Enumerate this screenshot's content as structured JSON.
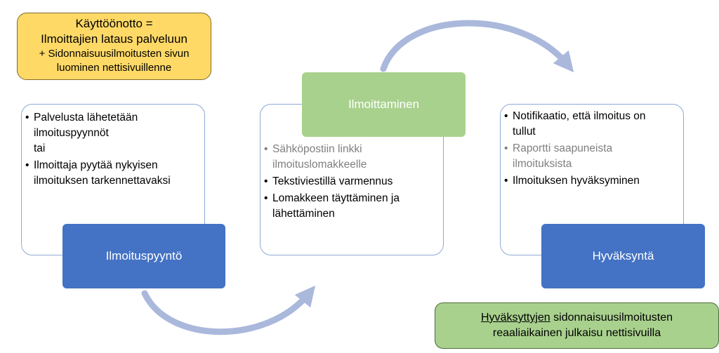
{
  "deployment_note": {
    "line1": "Käyttöönotto =",
    "line2": "Ilmoittajien lataus palveluun",
    "line3": "+ Sidonnaisuusilmoitusten sivun",
    "line4": "luominen nettisivuillenne"
  },
  "steps": [
    {
      "label": "Ilmoituspyyntö",
      "color": "#4472c4",
      "bullets": [
        {
          "line1": "Palvelusta lähetetään",
          "line2": "ilmoituspyynnöt",
          "line3": "tai",
          "style": "normal"
        },
        {
          "line1": "Ilmoittaja pyytää nykyisen",
          "line2": "ilmoituksen tarkennettavaksi",
          "style": "normal"
        }
      ]
    },
    {
      "label": "Ilmoittaminen",
      "color": "#a9d18e",
      "bullets": [
        {
          "line1": "Sähköpostiin linkki",
          "line2": "ilmoituslomakkeelle",
          "style": "grey"
        },
        {
          "line1": "Tekstiviestillä varmennus",
          "style": "normal"
        },
        {
          "line1": "Lomakkeen täyttäminen ja",
          "line2": "lähettäminen",
          "style": "normal"
        }
      ]
    },
    {
      "label": "Hyväksyntä",
      "color": "#4472c4",
      "bullets": [
        {
          "line1": "Notifikaatio, että ilmoitus on",
          "line2": "tullut",
          "style": "normal"
        },
        {
          "line1": "Raportti saapuneista",
          "line2": "ilmoituksista",
          "style": "grey"
        },
        {
          "line1": "Ilmoituksen hyväksyminen",
          "style": "normal"
        }
      ]
    }
  ],
  "publish_note": {
    "underlined_word": "Hyväksyttyjen",
    "line1_rest": " sidonnaisuusilmoitusten",
    "line2": "reaaliaikainen julkaisu nettisivuilla"
  }
}
